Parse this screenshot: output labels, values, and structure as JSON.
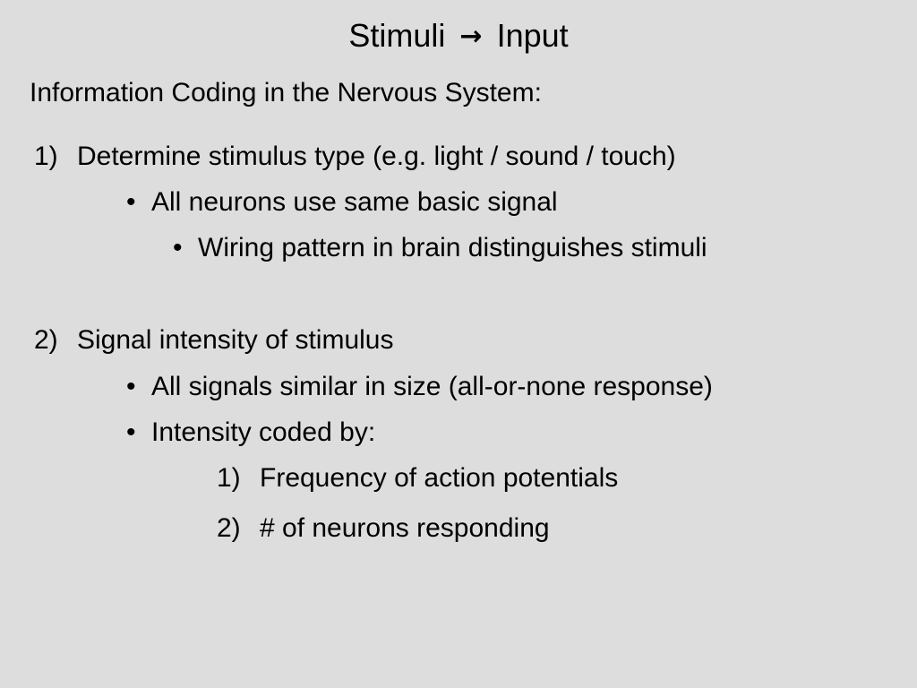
{
  "slide": {
    "title": {
      "left": "Stimuli",
      "arrow": "→",
      "right": "Input"
    },
    "subtitle": "Information Coding in the Nervous System:",
    "points": [
      {
        "number": "1)",
        "text": "Determine stimulus type (e.g. light / sound / touch)",
        "bullets": [
          "All neurons use same basic signal",
          "Wiring pattern in brain distinguishes stimuli"
        ]
      },
      {
        "number": "2)",
        "text": "Signal intensity of stimulus",
        "bullets": [
          "All signals similar in size (all-or-none response)",
          "Intensity coded by:"
        ],
        "subpoints": [
          {
            "number": "1)",
            "text": "Frequency of action potentials"
          },
          {
            "number": "2)",
            "text": "# of neurons responding"
          }
        ]
      }
    ]
  }
}
